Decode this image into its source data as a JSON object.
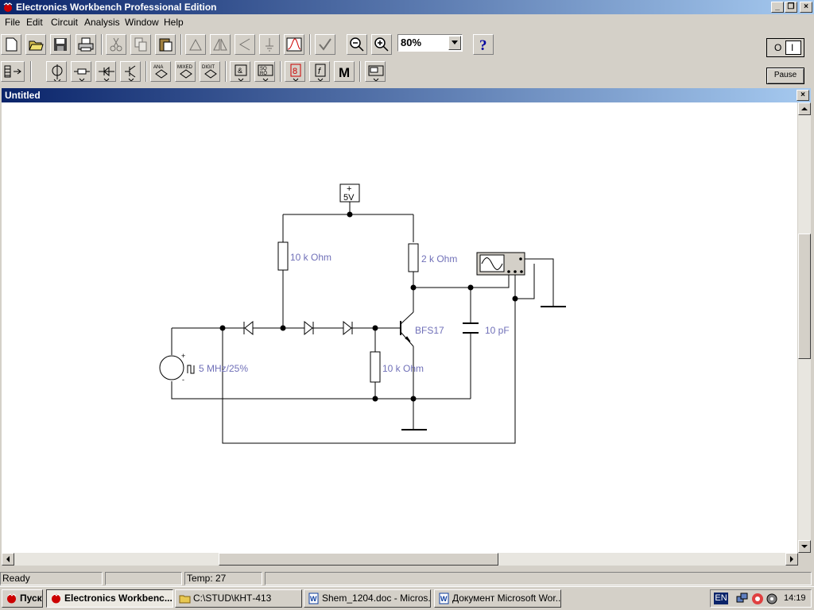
{
  "window": {
    "title": "Electronics Workbench Professional Edition"
  },
  "menu": [
    "File",
    "Edit",
    "Circuit",
    "Analysis",
    "Window",
    "Help"
  ],
  "toolbar": {
    "zoom_value": "80%",
    "component_bins": [
      "ANA",
      "MIXED",
      "DIGIT"
    ],
    "pause_label": "Pause",
    "power_switch": {
      "off_label": "O",
      "on_label": "I"
    }
  },
  "document": {
    "title": "Untitled"
  },
  "circuit": {
    "supply": "5V",
    "r_base_pullup": "10 k Ohm",
    "r_collector": "2 k Ohm",
    "r_emitter": "10 k Ohm",
    "transistor": "BFS17",
    "capacitor": "10 pF",
    "source": "5 MHz/25%",
    "source_plus": "+",
    "source_minus": "-"
  },
  "status": {
    "ready": "Ready",
    "panel2": "",
    "temp": "Temp:  27"
  },
  "taskbar": {
    "start": "Пуск",
    "tasks": [
      "Electronics Workbenc...",
      "C:\\STUD\\КНТ-413",
      "Shem_1204.doc - Micros...",
      "Документ Microsoft Wor..."
    ],
    "lang": "EN",
    "clock": "14:19"
  }
}
